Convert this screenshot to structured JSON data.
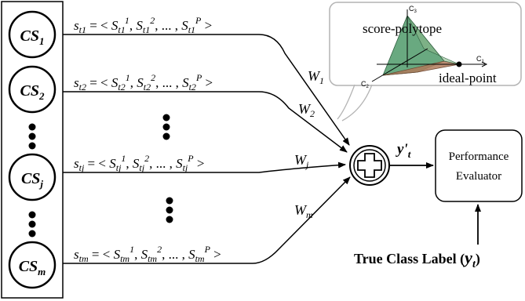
{
  "classifiers": [
    {
      "base": "CS",
      "sub": "1"
    },
    {
      "base": "CS",
      "sub": "2"
    },
    {
      "base": "CS",
      "sub": "j"
    },
    {
      "base": "CS",
      "sub": "m"
    }
  ],
  "score_vectors": [
    {
      "lhs_base": "s",
      "lhs_sub": "t1",
      "eq": " = < ",
      "e_base": "S",
      "e_sub": "t1",
      "sup1": "1",
      "sup2": "2",
      "supP": "P",
      "sep": ", ",
      "dots": "... , ",
      "close": " >"
    },
    {
      "lhs_base": "s",
      "lhs_sub": "t2",
      "eq": " = < ",
      "e_base": "S",
      "e_sub": "t2",
      "sup1": "1",
      "sup2": "2",
      "supP": "P",
      "sep": ", ",
      "dots": "... , ",
      "close": " >"
    },
    {
      "lhs_base": "s",
      "lhs_sub": "tj",
      "eq": " = < ",
      "e_base": "S",
      "e_sub": "tj",
      "sup1": "1",
      "sup2": "2",
      "supP": "P",
      "sep": ", ",
      "dots": "... , ",
      "close": " >"
    },
    {
      "lhs_base": "s",
      "lhs_sub": "tm",
      "eq": " = < ",
      "e_base": "S",
      "e_sub": "tm",
      "sup1": "1",
      "sup2": "2",
      "supP": "P",
      "sep": ", ",
      "dots": "... , ",
      "close": " >"
    }
  ],
  "weights": [
    {
      "base": "W",
      "sub": "1"
    },
    {
      "base": "W",
      "sub": "2"
    },
    {
      "base": "W",
      "sub": "j"
    },
    {
      "base": "W",
      "sub": "m"
    }
  ],
  "output_label": {
    "base": "y'",
    "sub": "t"
  },
  "evaluator": {
    "line1": "Performance",
    "line2": "Evaluator"
  },
  "true_label": {
    "text": "True Class Label (",
    "var_base": "y",
    "var_sub": "t",
    "close": ")"
  },
  "inset": {
    "score_polytope": "score-polytope",
    "ideal_point": "ideal-point",
    "axis_c1": {
      "base": "C",
      "sub": "1"
    },
    "axis_c2": {
      "base": "C",
      "sub": "2"
    },
    "axis_c3": {
      "base": "C",
      "sub": "3"
    }
  },
  "colors": {
    "polytope_green": "#4f9a6a",
    "polytope_brown": "#b07a5a",
    "inset_border": "#b4b4b4",
    "line": "#000000"
  }
}
